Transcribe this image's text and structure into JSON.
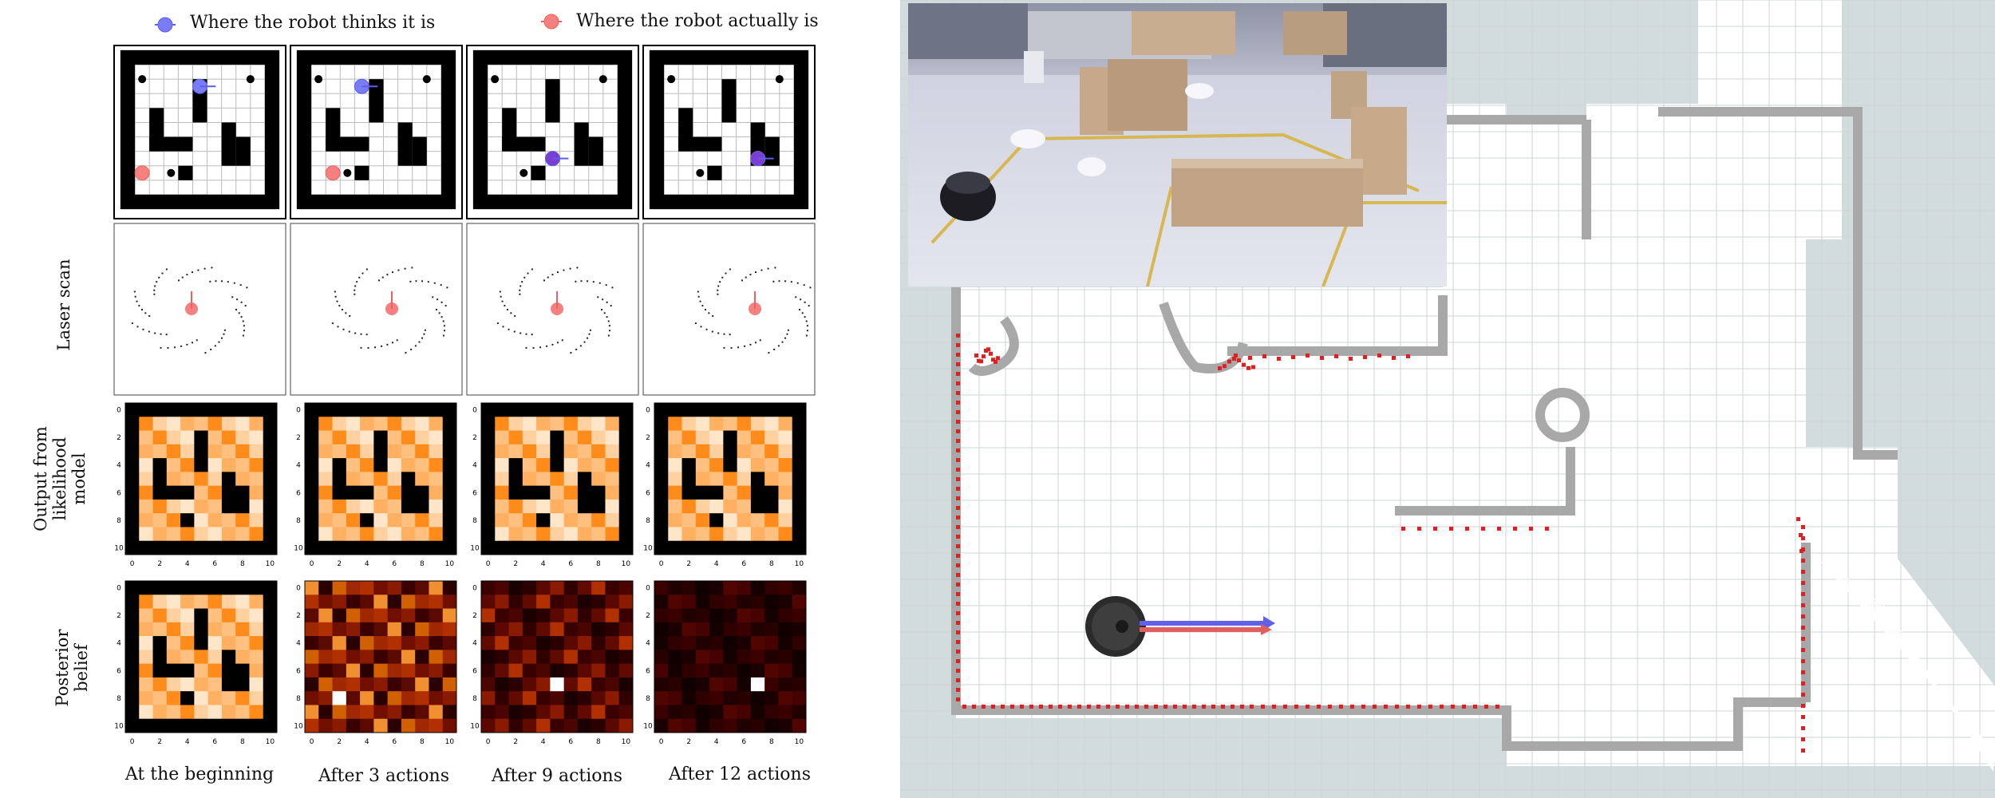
{
  "figure": {
    "legend": {
      "believed": {
        "label": "Where the robot thinks it is",
        "color": "#5b5ef0"
      },
      "actual": {
        "label": "Where the robot actually is",
        "color": "#f06060"
      }
    },
    "row_labels": [
      {
        "lines": [
          "Laser scan"
        ]
      },
      {
        "lines": [
          "Output from",
          "likelihood",
          "model"
        ]
      },
      {
        "lines": [
          "Posterior",
          "belief"
        ]
      }
    ],
    "columns": [
      {
        "label": "At the beginning",
        "robot_believed": [
          5,
          2
        ],
        "robot_actual": [
          1,
          8
        ]
      },
      {
        "label": "After 3 actions",
        "robot_believed": [
          4,
          2
        ],
        "robot_actual": [
          2,
          8
        ]
      },
      {
        "label": "After 9 actions",
        "robot_believed": [
          5,
          7
        ],
        "robot_actual": [
          5,
          7
        ]
      },
      {
        "label": "After 12 actions",
        "robot_believed": [
          7,
          7
        ],
        "robot_actual": [
          7,
          7
        ]
      }
    ],
    "axis_ticks": [
      "0",
      "2",
      "4",
      "6",
      "8",
      "10"
    ]
  },
  "map_scene": {
    "colors": {
      "unknown": "#d3dcdc",
      "free": "#ffffff",
      "wall": "#a8a8a8",
      "scan": "#e02020",
      "grid": "#cfd4d4"
    }
  }
}
